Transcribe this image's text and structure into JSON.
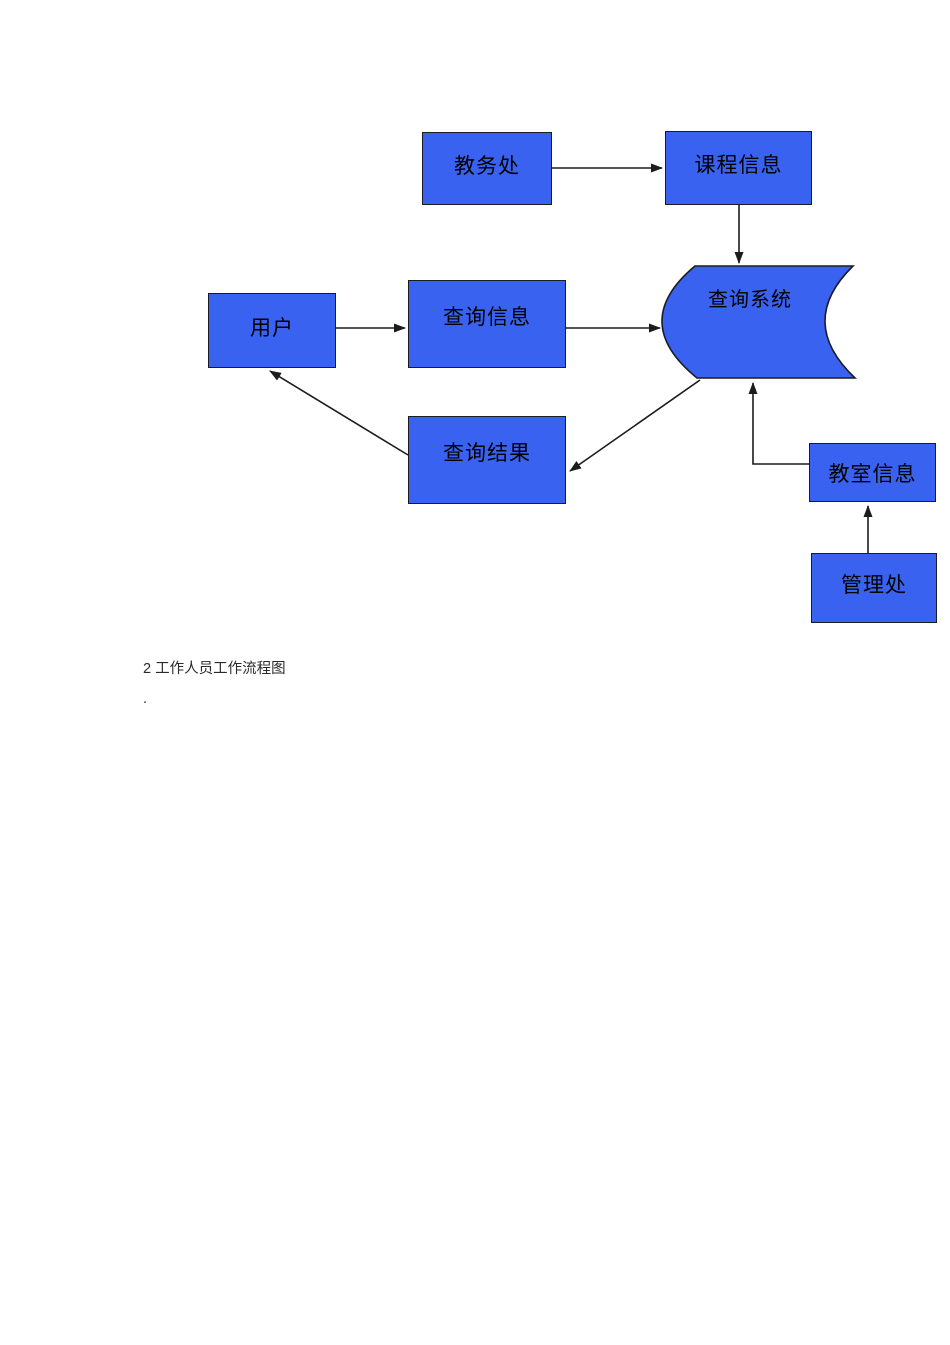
{
  "diagram": {
    "nodes": {
      "academic_affairs": {
        "label": "教务处"
      },
      "course_info": {
        "label": "课程信息"
      },
      "user": {
        "label": "用户"
      },
      "query_info": {
        "label": "查询信息"
      },
      "query_system": {
        "label": "查询系统"
      },
      "query_result": {
        "label": "查询结果"
      },
      "classroom_info": {
        "label": "教室信息"
      },
      "management_office": {
        "label": "管理处"
      }
    },
    "colors": {
      "node_fill": "#3a62f0",
      "node_border": "#1b1b24",
      "arrow_color": "#1c1c1c",
      "node_text_color": "#000000",
      "caption_color": "#2a2a2a"
    }
  },
  "caption": {
    "title": "2 工作人员工作流程图",
    "period": "."
  }
}
